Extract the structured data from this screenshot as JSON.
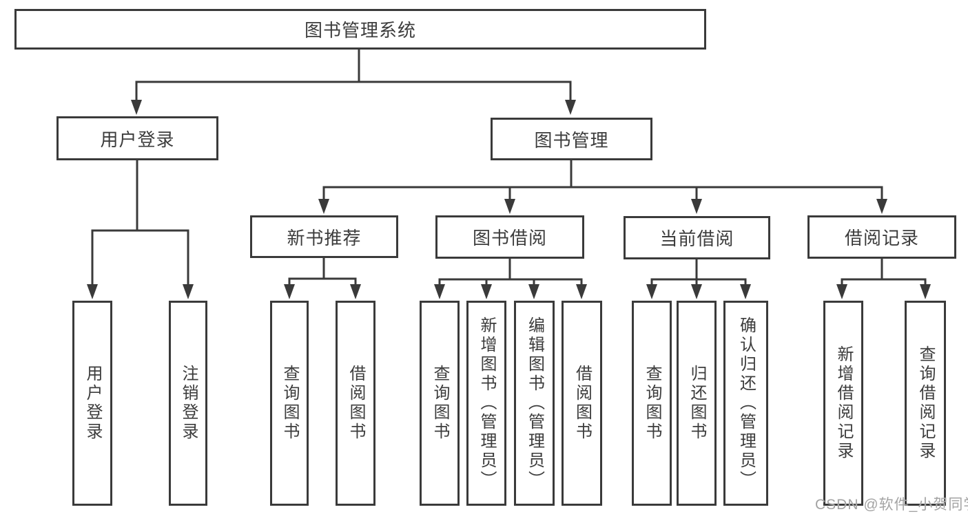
{
  "diagram": {
    "root": {
      "label": "图书管理系统",
      "children": [
        {
          "label": "用户登录",
          "children": [
            {
              "label": "用户登录"
            },
            {
              "label": "注销登录"
            }
          ]
        },
        {
          "label": "图书管理",
          "children": [
            {
              "label": "新书推荐",
              "children": [
                {
                  "label": "查询图书"
                },
                {
                  "label": "借阅图书"
                }
              ]
            },
            {
              "label": "图书借阅",
              "children": [
                {
                  "label": "查询图书"
                },
                {
                  "label": "新增图书（管理员）"
                },
                {
                  "label": "编辑图书（管理员）"
                },
                {
                  "label": "借阅图书"
                }
              ]
            },
            {
              "label": "当前借阅",
              "children": [
                {
                  "label": "查询图书"
                },
                {
                  "label": "归还图书"
                },
                {
                  "label": "确认归还（管理员）"
                }
              ]
            },
            {
              "label": "借阅记录",
              "children": [
                {
                  "label": "新增借阅记录"
                },
                {
                  "label": "查询借阅记录"
                }
              ]
            }
          ]
        }
      ]
    }
  },
  "watermark": {
    "text": "CSDN @软件_小贺同学"
  },
  "colors": {
    "line": "#3a3a3a",
    "text": "#3c3c3c",
    "watermark": "#a3a3a3",
    "background": "#ffffff"
  }
}
